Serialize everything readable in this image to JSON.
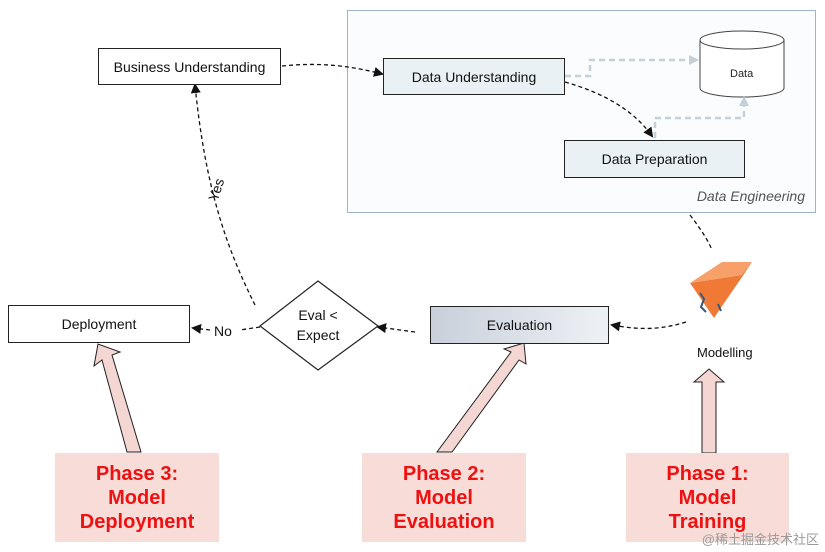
{
  "boxes": {
    "business_understanding": "Business Understanding",
    "data_understanding": "Data Understanding",
    "data_preparation": "Data Preparation",
    "deployment": "Deployment",
    "evaluation": "Evaluation"
  },
  "decision": {
    "line1": "Eval <",
    "line2": "Expect"
  },
  "edge_labels": {
    "yes": "Yes",
    "no": "No"
  },
  "region": {
    "label": "Data Engineering"
  },
  "database": {
    "label": "Data"
  },
  "model_node": {
    "label": "Modelling",
    "icon": "modelling-cube-icon"
  },
  "phases": [
    {
      "line1": "Phase 3:",
      "line2": "Model",
      "line3": "Deployment"
    },
    {
      "line1": "Phase 2:",
      "line2": "Model",
      "line3": "Evaluation"
    },
    {
      "line1": "Phase 1:",
      "line2": "Model",
      "line3": "Training"
    }
  ],
  "watermark": "@稀土掘金技术社区",
  "colors": {
    "phase_text": "#ee1111",
    "phase_bg": "#f8dcd8",
    "phase_arrow": "#f4d6d2",
    "model_cube": "#f07a35"
  }
}
